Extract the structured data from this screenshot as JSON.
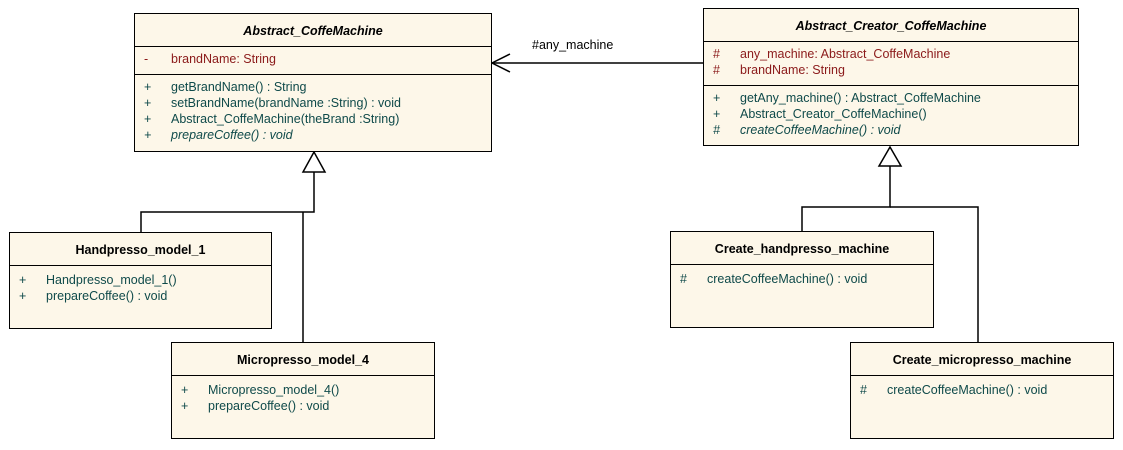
{
  "classes": {
    "abstract_coffe_machine": {
      "name": "Abstract_CoffeMachine",
      "attributes": [
        {
          "vis": "-",
          "text": "brandName: String"
        }
      ],
      "operations": [
        {
          "vis": "+",
          "text": "getBrandName() : String"
        },
        {
          "vis": "+",
          "text": "setBrandName(brandName :String) : void"
        },
        {
          "vis": "+",
          "text": "Abstract_CoffeMachine(theBrand :String)"
        },
        {
          "vis": "+",
          "text": "prepareCoffee() : void"
        }
      ]
    },
    "abstract_creator": {
      "name": "Abstract_Creator_CoffeMachine",
      "attributes": [
        {
          "vis": "#",
          "text": "any_machine: Abstract_CoffeMachine"
        },
        {
          "vis": "#",
          "text": "brandName: String"
        }
      ],
      "operations": [
        {
          "vis": "+",
          "text": "getAny_machine() : Abstract_CoffeMachine"
        },
        {
          "vis": "+",
          "text": "Abstract_Creator_CoffeMachine()"
        },
        {
          "vis": "#",
          "text": "createCoffeeMachine() : void"
        }
      ]
    },
    "handpresso_model_1": {
      "name": "Handpresso_model_1",
      "operations": [
        {
          "vis": "+",
          "text": "Handpresso_model_1()"
        },
        {
          "vis": "+",
          "text": "prepareCoffee() : void"
        }
      ]
    },
    "micropresso_model_4": {
      "name": "Micropresso_model_4",
      "operations": [
        {
          "vis": "+",
          "text": "Micropresso_model_4()"
        },
        {
          "vis": "+",
          "text": "prepareCoffee() : void"
        }
      ]
    },
    "create_handpresso": {
      "name": "Create_handpresso_machine",
      "operations": [
        {
          "vis": "#",
          "text": "createCoffeeMachine() : void"
        }
      ]
    },
    "create_micropresso": {
      "name": "Create_micropresso_machine",
      "operations": [
        {
          "vis": "#",
          "text": "createCoffeeMachine() : void"
        }
      ]
    }
  },
  "association": {
    "label": "#any_machine"
  },
  "colors": {
    "class_fill": "#fdf7e9",
    "attribute_text": "#8b1a1a",
    "operation_text": "#0f4a4a"
  }
}
